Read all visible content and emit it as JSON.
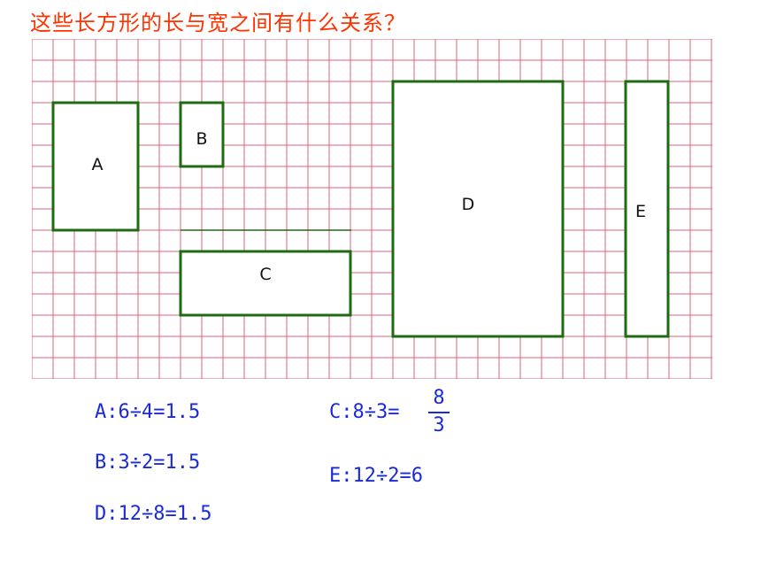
{
  "title": "这些长方形的长与宽之间有什么关系？",
  "colors": {
    "title": "#ff3300",
    "grid": "#e0607a",
    "rect_stroke": "#1e6b14",
    "formula": "#1a2bd6"
  },
  "rectangles": [
    {
      "label": "A"
    },
    {
      "label": "B"
    },
    {
      "label": "C"
    },
    {
      "label": "D"
    },
    {
      "label": "E"
    }
  ],
  "formulas": {
    "a": "A:6÷4=1.5",
    "b": "B:3÷2=1.5",
    "d": "D:12÷8=1.5",
    "c_prefix": "C:8÷3=",
    "c_numerator": "8",
    "c_denominator": "3",
    "e": "E:12÷2=6"
  }
}
